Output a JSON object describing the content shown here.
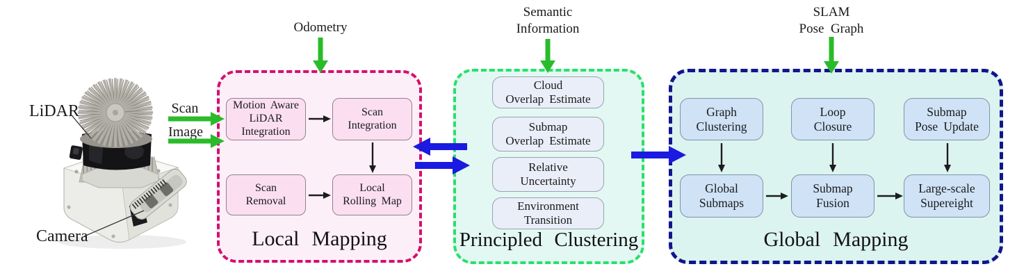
{
  "figure": {
    "kind": "system-architecture-diagram",
    "colors": {
      "local_border": "#d4106e",
      "local_bg": "#fdeff8",
      "local_node": "#fbdff1",
      "clustering_border": "#2ae06a",
      "clustering_bg": "#e3f8f3",
      "clustering_node": "#eaeef8",
      "global_border": "#14148c",
      "global_bg": "#dcf4ef",
      "global_node": "#cfe2f6",
      "green_arrow": "#2abb2b",
      "blue_arrow": "#1a1ae0",
      "black_arrow": "#1c1c1c"
    }
  },
  "device": {
    "lidar_label": "LiDAR",
    "camera_label": "Camera"
  },
  "inputs": {
    "scan": "Scan",
    "image": "Image",
    "odometry": "Odometry",
    "semantic_line1": "Semantic",
    "semantic_line2": "Information",
    "slam_line1": "SLAM",
    "slam_line2": "Pose Graph"
  },
  "panels": {
    "local": {
      "title": "Local Mapping",
      "nodes": {
        "motion_aware": "Motion Aware\nLiDAR\nIntegration",
        "scan_integration": "Scan\nIntegration",
        "scan_removal": "Scan\nRemoval",
        "local_rolling_map": "Local\nRolling Map"
      }
    },
    "clustering": {
      "title": "Principled Clustering",
      "nodes": {
        "cloud_overlap": "Cloud\nOverlap Estimate",
        "submap_overlap": "Submap\nOverlap Estimate",
        "relative_uncertainty": "Relative\nUncertainty",
        "environment_transition": "Environment\nTransition"
      }
    },
    "global": {
      "title": "Global Mapping",
      "nodes": {
        "graph_clustering": "Graph\nClustering",
        "loop_closure": "Loop\nClosure",
        "submap_pose_update": "Submap\nPose Update",
        "global_submaps": "Global\nSubmaps",
        "submap_fusion": "Submap\nFusion",
        "large_scale_supereight": "Large-scale\nSupereight"
      }
    }
  }
}
